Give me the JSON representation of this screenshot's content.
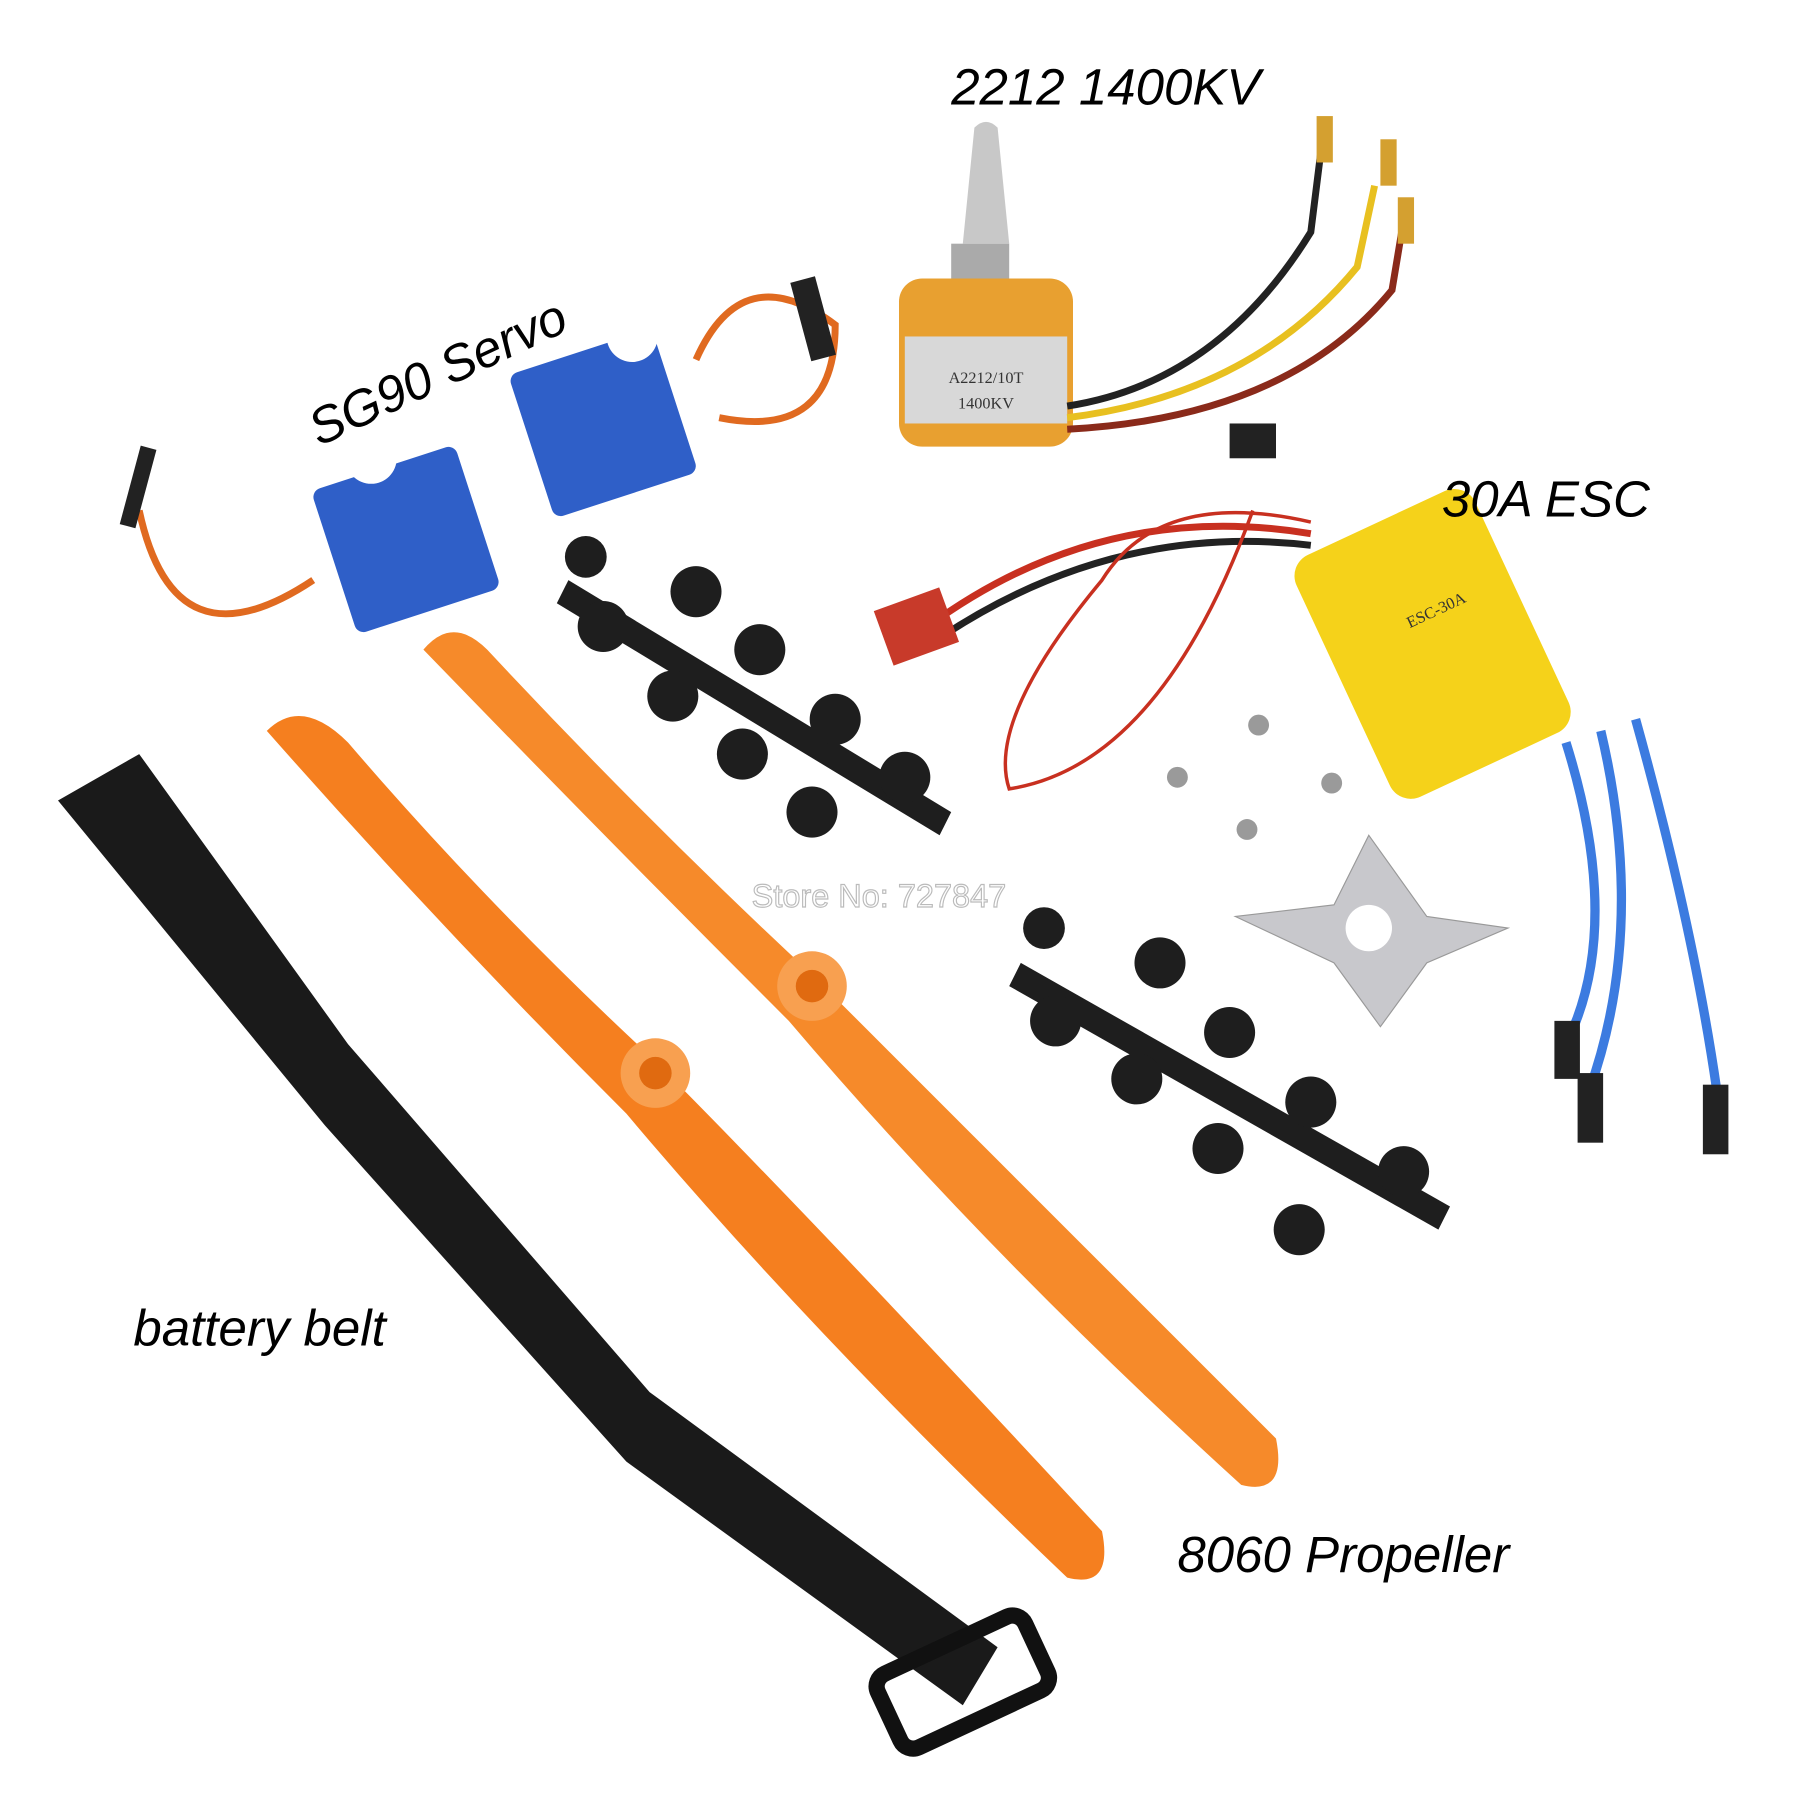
{
  "labels": {
    "motor": "2212 1400KV",
    "servo": "SG90 Servo",
    "esc": "30A ESC",
    "belt": "battery belt",
    "propeller": "8060 Propeller"
  },
  "watermark": "Store No: 727847",
  "motor_print": {
    "line1": "A2212/10T",
    "line2": "1400KV"
  },
  "esc_print": "ESC-30A",
  "colors": {
    "propeller": "#f57f1f",
    "servo": "#2f5fc8",
    "esc": "#f5d21a",
    "motor": "#e8a030",
    "belt": "#1a1a1a",
    "esc_wire": "#3c7be0"
  }
}
